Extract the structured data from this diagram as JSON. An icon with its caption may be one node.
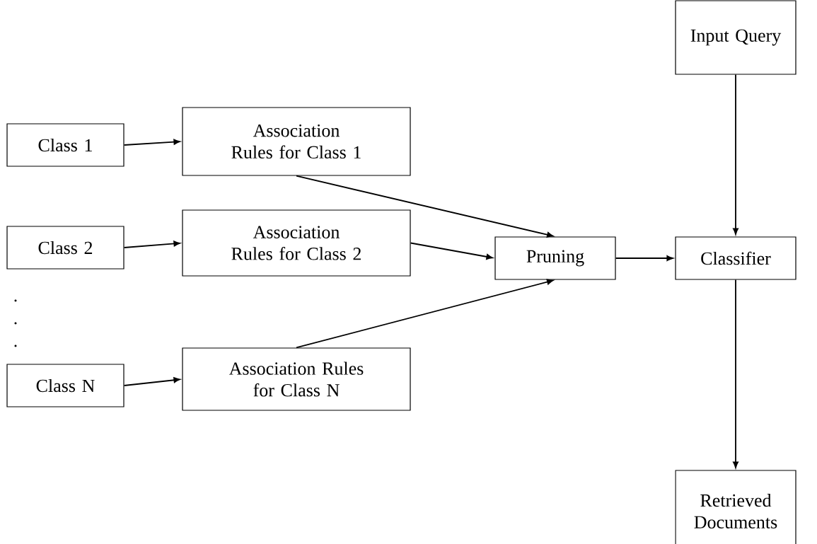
{
  "diagram": {
    "nodes": [
      {
        "text": [
          "Input Query"
        ]
      },
      {
        "text": [
          "Class 1"
        ]
      },
      {
        "text": [
          "Association Rules for Class 1"
        ]
      },
      {
        "text": [
          "Class 2"
        ]
      },
      {
        "text": [
          "Association Rules for Class 2"
        ]
      },
      {
        "text": [
          "Class N"
        ]
      },
      {
        "text": [
          "Association Rules for Class N"
        ]
      },
      {
        "text": [
          "Pruning"
        ]
      },
      {
        "text": [
          "Classifier"
        ]
      },
      {
        "text": [
          "Retrieved Documents"
        ]
      }
    ],
    "edges": [
      {
        "from": 1,
        "to": 2,
        "arrow": "to"
      },
      {
        "from": 3,
        "to": 4,
        "arrow": "to"
      },
      {
        "from": 5,
        "to": 6,
        "arrow": "to"
      },
      {
        "from": 2,
        "to": 7,
        "arrow": "to"
      },
      {
        "from": 4,
        "to": 7,
        "arrow": "to"
      },
      {
        "from": 6,
        "to": 7,
        "arrow": "to"
      },
      {
        "from": 7,
        "to": 8,
        "arrow": "to"
      },
      {
        "from": 0,
        "to": 8,
        "arrow": "to"
      },
      {
        "from": 8,
        "to": 9,
        "arrow": "to"
      }
    ],
    "labels": [
      ".",
      ".",
      "."
    ]
  }
}
